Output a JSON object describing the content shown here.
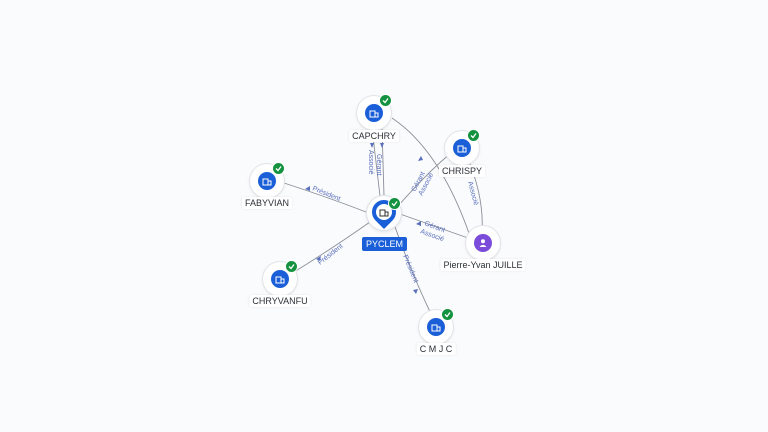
{
  "center": {
    "label": "PYCLEM",
    "icon": "building-icon",
    "verified_icon": "check-icon"
  },
  "nodes": [
    {
      "id": "capchry",
      "label": "CAPCHRY",
      "type": "company"
    },
    {
      "id": "chrispy",
      "label": "CHRISPY",
      "type": "company"
    },
    {
      "id": "fabyvian",
      "label": "FABYVIAN",
      "type": "company"
    },
    {
      "id": "chryvanfu",
      "label": "CHRYVANFU",
      "type": "company"
    },
    {
      "id": "cmjc",
      "label": "C M J C",
      "type": "company"
    },
    {
      "id": "person",
      "label": "Pierre-Yvan JUILLE",
      "type": "person"
    }
  ],
  "edge_labels": {
    "gerant": "Gérant",
    "associe": "Associé",
    "president": "Président"
  },
  "colors": {
    "company": "#1a5fd8",
    "person": "#7b4bd9",
    "verified": "#14923f",
    "edge_label": "#5a6fbd"
  }
}
